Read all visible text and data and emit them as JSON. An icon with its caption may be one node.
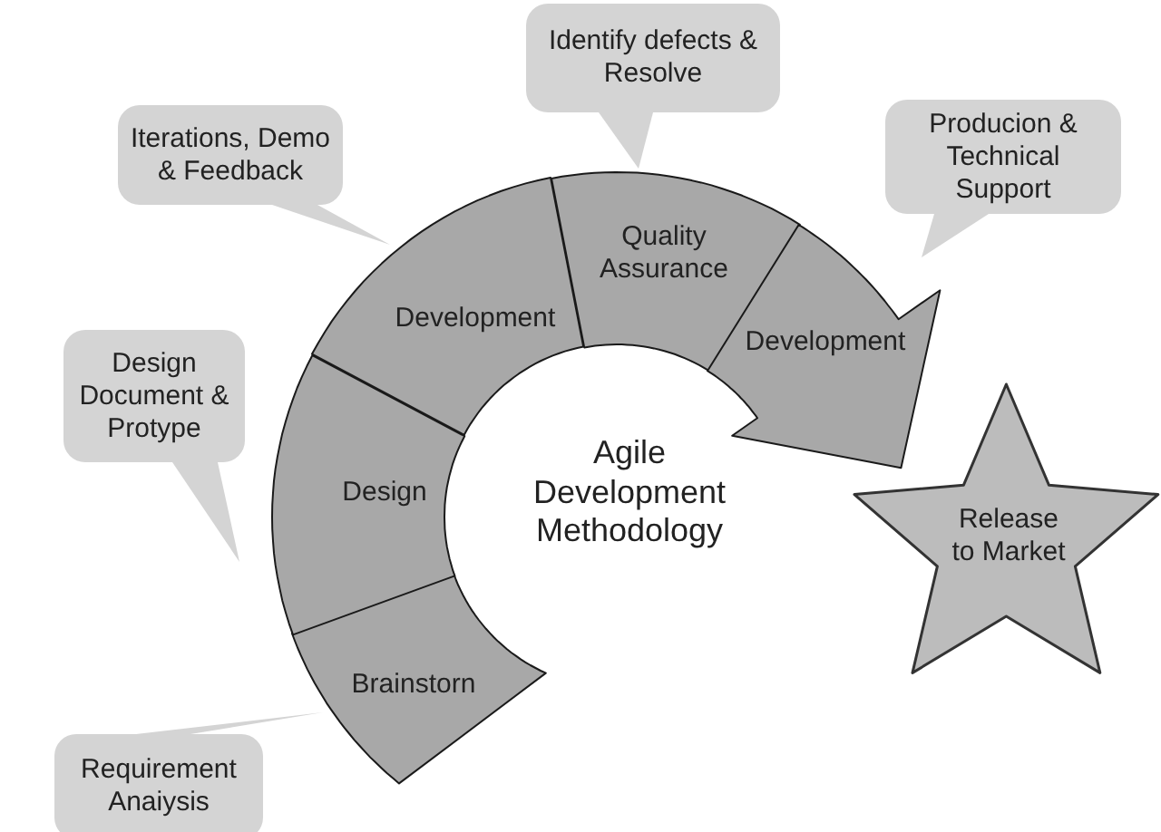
{
  "diagram": {
    "nodes": [
      {
        "text": [
          "Brainstorn"
        ]
      },
      {
        "text": [
          "Design"
        ]
      },
      {
        "text": [
          "Development"
        ]
      },
      {
        "text": [
          "Quality Assurance"
        ]
      },
      {
        "text": [
          "Development"
        ]
      },
      {
        "text": [
          "Release to Market"
        ]
      },
      {
        "text": [
          "Iterations, Demo & Feedback"
        ]
      },
      {
        "text": [
          "Identify defects & Resolve"
        ]
      },
      {
        "text": [
          "Producion & Technical Support"
        ]
      },
      {
        "text": [
          "Design Document & Protype"
        ]
      },
      {
        "text": [
          "Requirement Anaiysis"
        ]
      }
    ],
    "labels": [
      "Agile Development Methodology"
    ]
  }
}
